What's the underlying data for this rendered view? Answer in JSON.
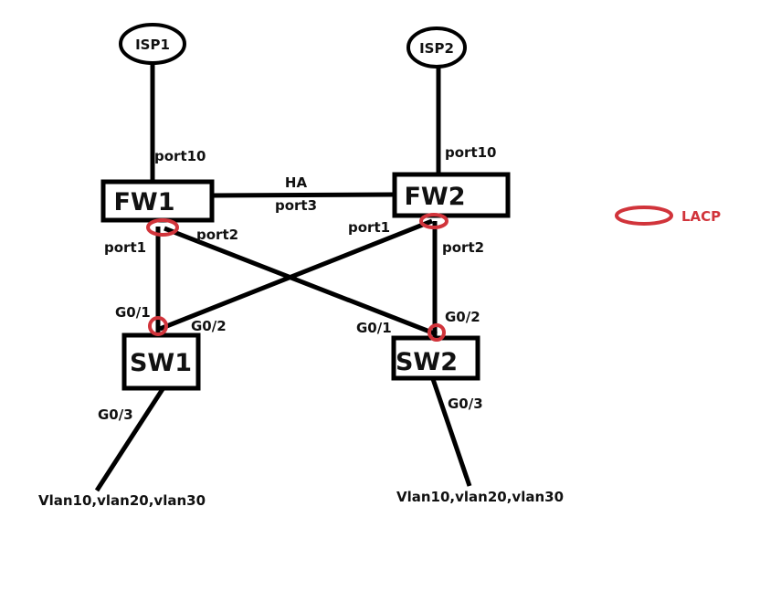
{
  "colors": {
    "line": "#000000",
    "lacp": "#d1343b",
    "background": "#ffffff"
  },
  "nodes": {
    "isp1": "ISP1",
    "isp2": "ISP2",
    "fw1": "FW1",
    "fw2": "FW2",
    "sw1": "SW1",
    "sw2": "SW2"
  },
  "ports": {
    "fw1_port10": "port10",
    "fw2_port10": "port10",
    "ha_label": "HA",
    "ha_port": "port3",
    "fw1_port1": "port1",
    "fw1_port2": "port2",
    "fw2_port1": "port1",
    "fw2_port2": "port2",
    "sw1_g01": "G0/1",
    "sw1_g02": "G0/2",
    "sw1_g03": "G0/3",
    "sw2_g01": "G0/1",
    "sw2_g02": "G0/2",
    "sw2_g03": "G0/3"
  },
  "vlans": {
    "sw1": "Vlan10,vlan20,vlan30",
    "sw2": "Vlan10,vlan20,vlan30"
  },
  "legend": {
    "lacp": "LACP"
  },
  "links": [
    {
      "from": "ISP1",
      "to": "FW1",
      "label": "port10"
    },
    {
      "from": "ISP2",
      "to": "FW2",
      "label": "port10"
    },
    {
      "from": "FW1",
      "to": "FW2",
      "label": "HA port3"
    },
    {
      "from": "FW1 port1",
      "to": "SW1 G0/1",
      "lacp": true
    },
    {
      "from": "FW1 port2",
      "to": "SW2 G0/1",
      "lacp": true
    },
    {
      "from": "FW2 port1",
      "to": "SW1 G0/2",
      "lacp": true
    },
    {
      "from": "FW2 port2",
      "to": "SW2 G0/2",
      "lacp": true
    },
    {
      "from": "SW1 G0/3",
      "to": "Vlan10,vlan20,vlan30"
    },
    {
      "from": "SW2 G0/3",
      "to": "Vlan10,vlan20,vlan30"
    }
  ]
}
